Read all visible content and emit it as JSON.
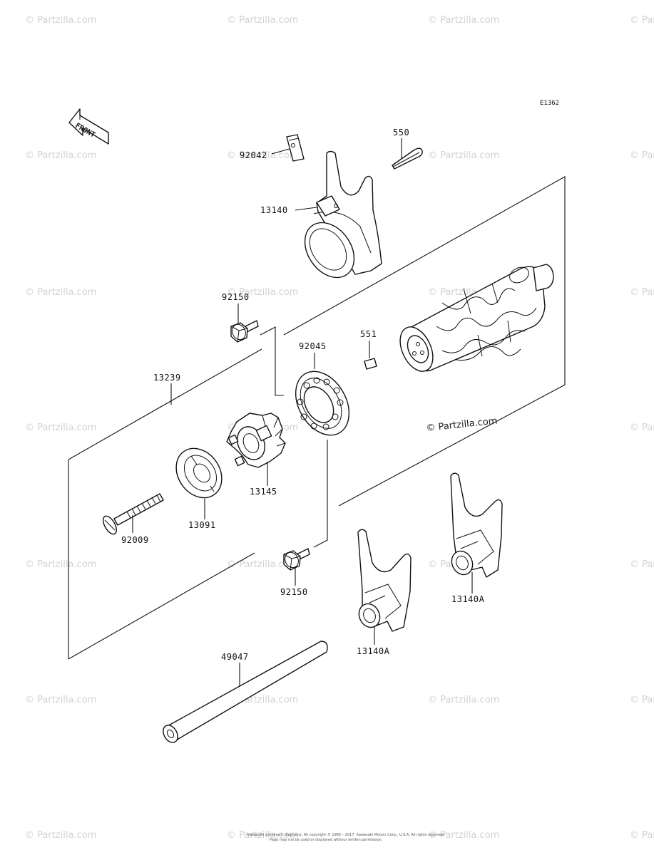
{
  "diagram_code": "E1362",
  "front_label": "FRONT",
  "watermark_text": "© Partzilla.com",
  "watermark_main": "© Partzilla.com",
  "parts": {
    "p92042": "92042",
    "p550": "550",
    "p13140": "13140",
    "p92150_top": "92150",
    "p551": "551",
    "p92045": "92045",
    "p13239": "13239",
    "p13145": "13145",
    "p13091": "13091",
    "p92009": "92009",
    "p92150_bot": "92150",
    "p13140A_left": "13140A",
    "p13140A_right": "13140A",
    "p49047": "49047"
  },
  "footer": {
    "line1": "Kawasaki schematic diagrams. All copyright © 1985 – 2017. Kawasaki Motors Corp., U.S.A. All rights reserved.",
    "line2": "Page may not be used or displayed without written permission."
  }
}
